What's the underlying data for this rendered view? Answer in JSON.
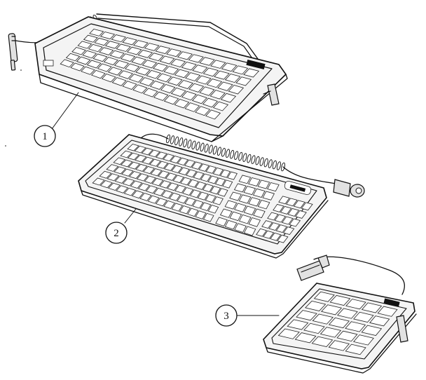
{
  "callouts": [
    {
      "id": "1",
      "label": "1"
    },
    {
      "id": "2",
      "label": "2"
    },
    {
      "id": "3",
      "label": "3"
    }
  ],
  "colors": {
    "ink": "#111111",
    "paper": "#ffffff"
  },
  "parts": [
    {
      "name": "compact-keyboard"
    },
    {
      "name": "full-keyboard"
    },
    {
      "name": "numeric-keypad"
    }
  ]
}
